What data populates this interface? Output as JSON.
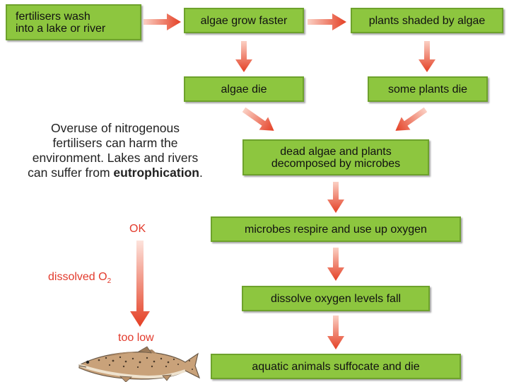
{
  "boxes": {
    "fertilisers": "fertilisers wash\ninto a lake or river",
    "algae_grow": "algae grow faster",
    "plants_shaded": "plants shaded by algae",
    "algae_die": "algae die",
    "some_plants_die": "some plants die",
    "decomposed": "dead algae and plants\ndecomposed by microbes",
    "microbes_respire": "microbes respire and use up oxygen",
    "oxygen_fall": "dissolve oxygen levels fall",
    "animals_suffocate": "aquatic animals suffocate and die"
  },
  "note": {
    "text": "Overuse of nitrogenous fertilisers can harm the environment. Lakes and rivers can suffer from ",
    "bold": "eutrophication",
    "end": "."
  },
  "oxygen_scale": {
    "top": "OK",
    "middle": "dissolved O",
    "middle_sub": "2",
    "bottom": "too low"
  },
  "colors": {
    "box_fill": "#8dc63f",
    "box_border": "#6ea22c",
    "arrow": "#e84a2f",
    "label_red": "#e23a2c"
  },
  "icons": {
    "fish": "trout-fish-illustration"
  }
}
